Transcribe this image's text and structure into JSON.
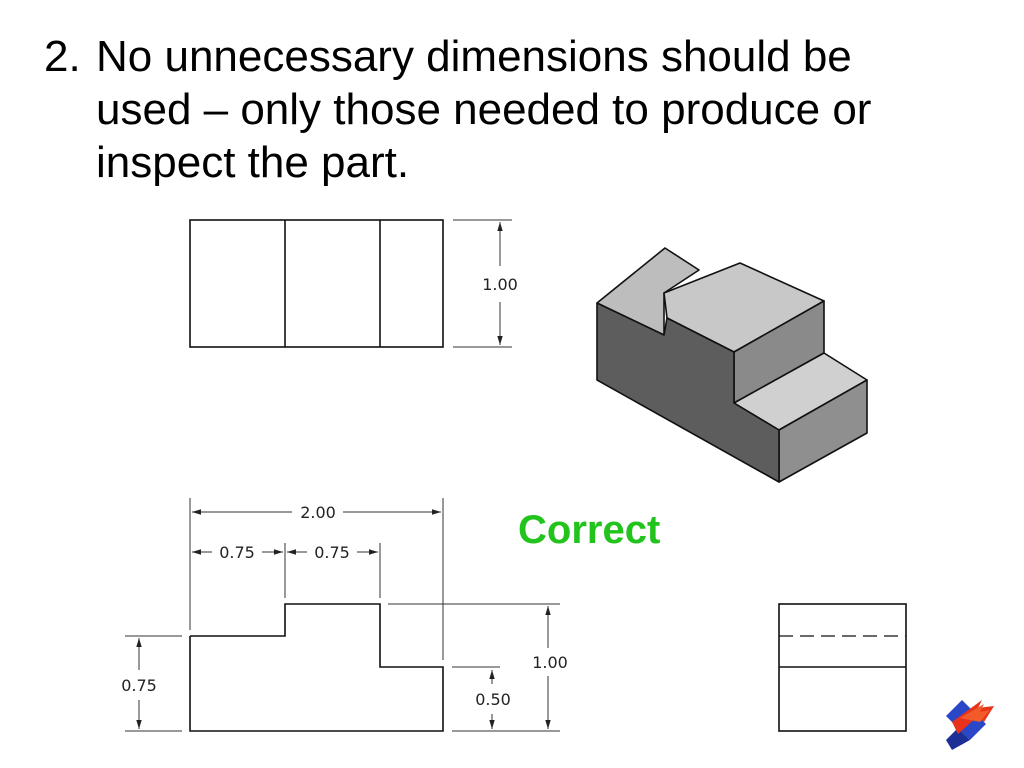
{
  "slide": {
    "number": "2.",
    "lines": [
      "No unnecessary dimensions should be",
      "used – only those needed to produce or",
      "inspect the part."
    ]
  },
  "drawing": {
    "status_label": "Correct",
    "status_color": "#22c31c",
    "dimensions": {
      "top_height": "1.00",
      "overall_width": "2.00",
      "step_width_1": "0.75",
      "step_width_2": "0.75",
      "left_height": "0.75",
      "right_height": "1.00",
      "low_step_height": "0.50"
    }
  },
  "logo": {
    "icon": "arrow-logo-icon"
  }
}
